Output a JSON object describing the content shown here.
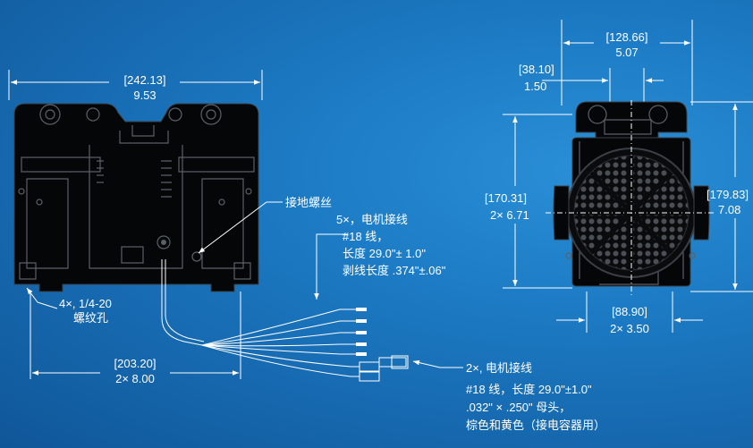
{
  "front_view": {
    "overall_width_mm": "[242.13]",
    "overall_width_in": "9.53",
    "mount_spacing_mm": "[203.20]",
    "mount_spacing_in": "2×  8.00",
    "mount_holes_line1": "4×, 1/4-20",
    "mount_holes_line2": "螺纹孔",
    "ground_screw_label": "接地螺丝"
  },
  "motor_leads": {
    "line1": "5×，电机接线",
    "line2": "#18 线，",
    "line3": "长度  29.0\"± 1.0\"",
    "line4": "剥线长度 .374\"±.06\""
  },
  "capacitor_leads": {
    "line1": "2×, 电机接线",
    "line2": "#18 线，长度 29.0\"±1.0\"",
    "line3": ".032\" × .250\" 母头，",
    "line4": "棕色和黄色（接电容器用）"
  },
  "side_view": {
    "width_mm": "[128.66]",
    "width_in": "5.07",
    "offset_mm": "[38.10]",
    "offset_in": "1.50",
    "height_mm": "[170.31]",
    "height_in": "2×  6.71",
    "overall_height_mm": "[179.83]",
    "overall_height_in": "7.08",
    "base_width_mm": "[88.90]",
    "base_width_in": "2×  3.50"
  },
  "colors": {
    "background": "#1a73bb",
    "line": "#ffffff",
    "part": "#050608"
  }
}
